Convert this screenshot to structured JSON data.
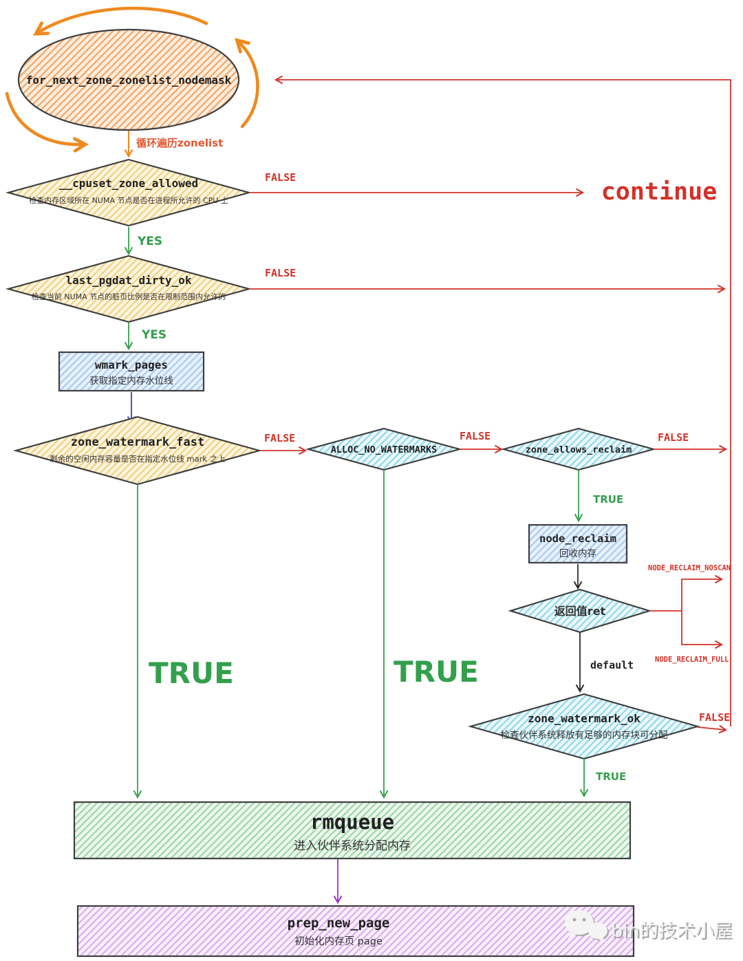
{
  "diagram": {
    "loop_ellipse": {
      "label": "for_next_zone_zonelist_nodemask"
    },
    "loop_edge": {
      "label": "循环遍历zonelist"
    },
    "cpuset": {
      "title": "__cpuset_zone_allowed",
      "subtitle": "检查内存区域所在 NUMA 节点是否在进程所允许的 CPU 上"
    },
    "continue_node": {
      "label": "continue"
    },
    "last_pgdat": {
      "title": "last_pgdat_dirty_ok",
      "subtitle": "检查当前 NUMA 节点的脏页比例是否在限制范围内允许的"
    },
    "wmark_pages": {
      "title": "wmark_pages",
      "subtitle": "获取指定内存水位线"
    },
    "zone_watermark_fast": {
      "title": "zone_watermark_fast",
      "subtitle": "剩余的空闲内存容量是否在指定水位线 mark 之上"
    },
    "alloc_no_watermarks": {
      "title": "ALLOC_NO_WATERMARKS"
    },
    "zone_allows_reclaim": {
      "title": "zone_allows_reclaim"
    },
    "node_reclaim": {
      "title": "node_reclaim",
      "subtitle": "回收内存"
    },
    "ret": {
      "title": "返回值ret",
      "noscan": "NODE_RECLAIM_NOSCAN",
      "full": "NODE_RECLAIM_FULL",
      "default_label": "default"
    },
    "zone_watermark_ok": {
      "title": "zone_watermark_ok",
      "subtitle": "检查伙伴系统释放有足够的内存块可分配"
    },
    "rmqueue": {
      "title": "rmqueue",
      "subtitle": "进入伙伴系统分配内存"
    },
    "prep_new_page": {
      "title": "prep_new_page",
      "subtitle": "初始化内存页 page"
    },
    "labels": {
      "yes": "YES",
      "true": "TRUE",
      "false": "FALSE"
    },
    "colors": {
      "red": "#d23228",
      "green": "#33a04c",
      "orange": "#ee8a1f",
      "blue": "#4a4fd8",
      "purple": "#9b2fd0",
      "black": "#2c2c2c",
      "ellipse_fill": "#f2a567",
      "yellow_fill": "#f2cf80",
      "cyan_fill": "#8fd8ec",
      "bluebox_fill": "#a9cdf2",
      "green_fill": "#9cd6a6",
      "purple_fill": "#dcabee"
    }
  },
  "watermark": {
    "text": "bin的技术小屋"
  }
}
